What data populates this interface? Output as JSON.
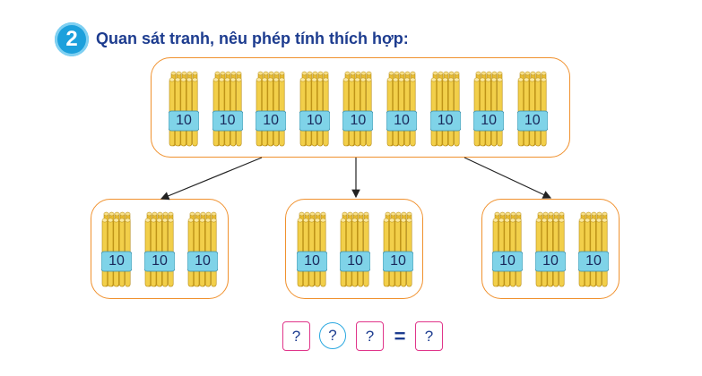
{
  "exercise": {
    "number": "2",
    "instruction": "Quan sát tranh, nêu phép tính thích hợp:"
  },
  "bundle_label": "10",
  "groups": {
    "top_count": 9,
    "left_count": 3,
    "middle_count": 3,
    "right_count": 3
  },
  "equation": {
    "operand1": "?",
    "operator": "?",
    "operand2": "?",
    "equals": "=",
    "result": "?"
  },
  "colors": {
    "badge": "#1ca0dc",
    "title": "#1d3c8f",
    "box_border": "#f0912e",
    "stick": "#f2cf4a",
    "band": "#7fd3e8",
    "answer_box_border": "#e0358a",
    "operator_circle_border": "#2aa8e0"
  }
}
